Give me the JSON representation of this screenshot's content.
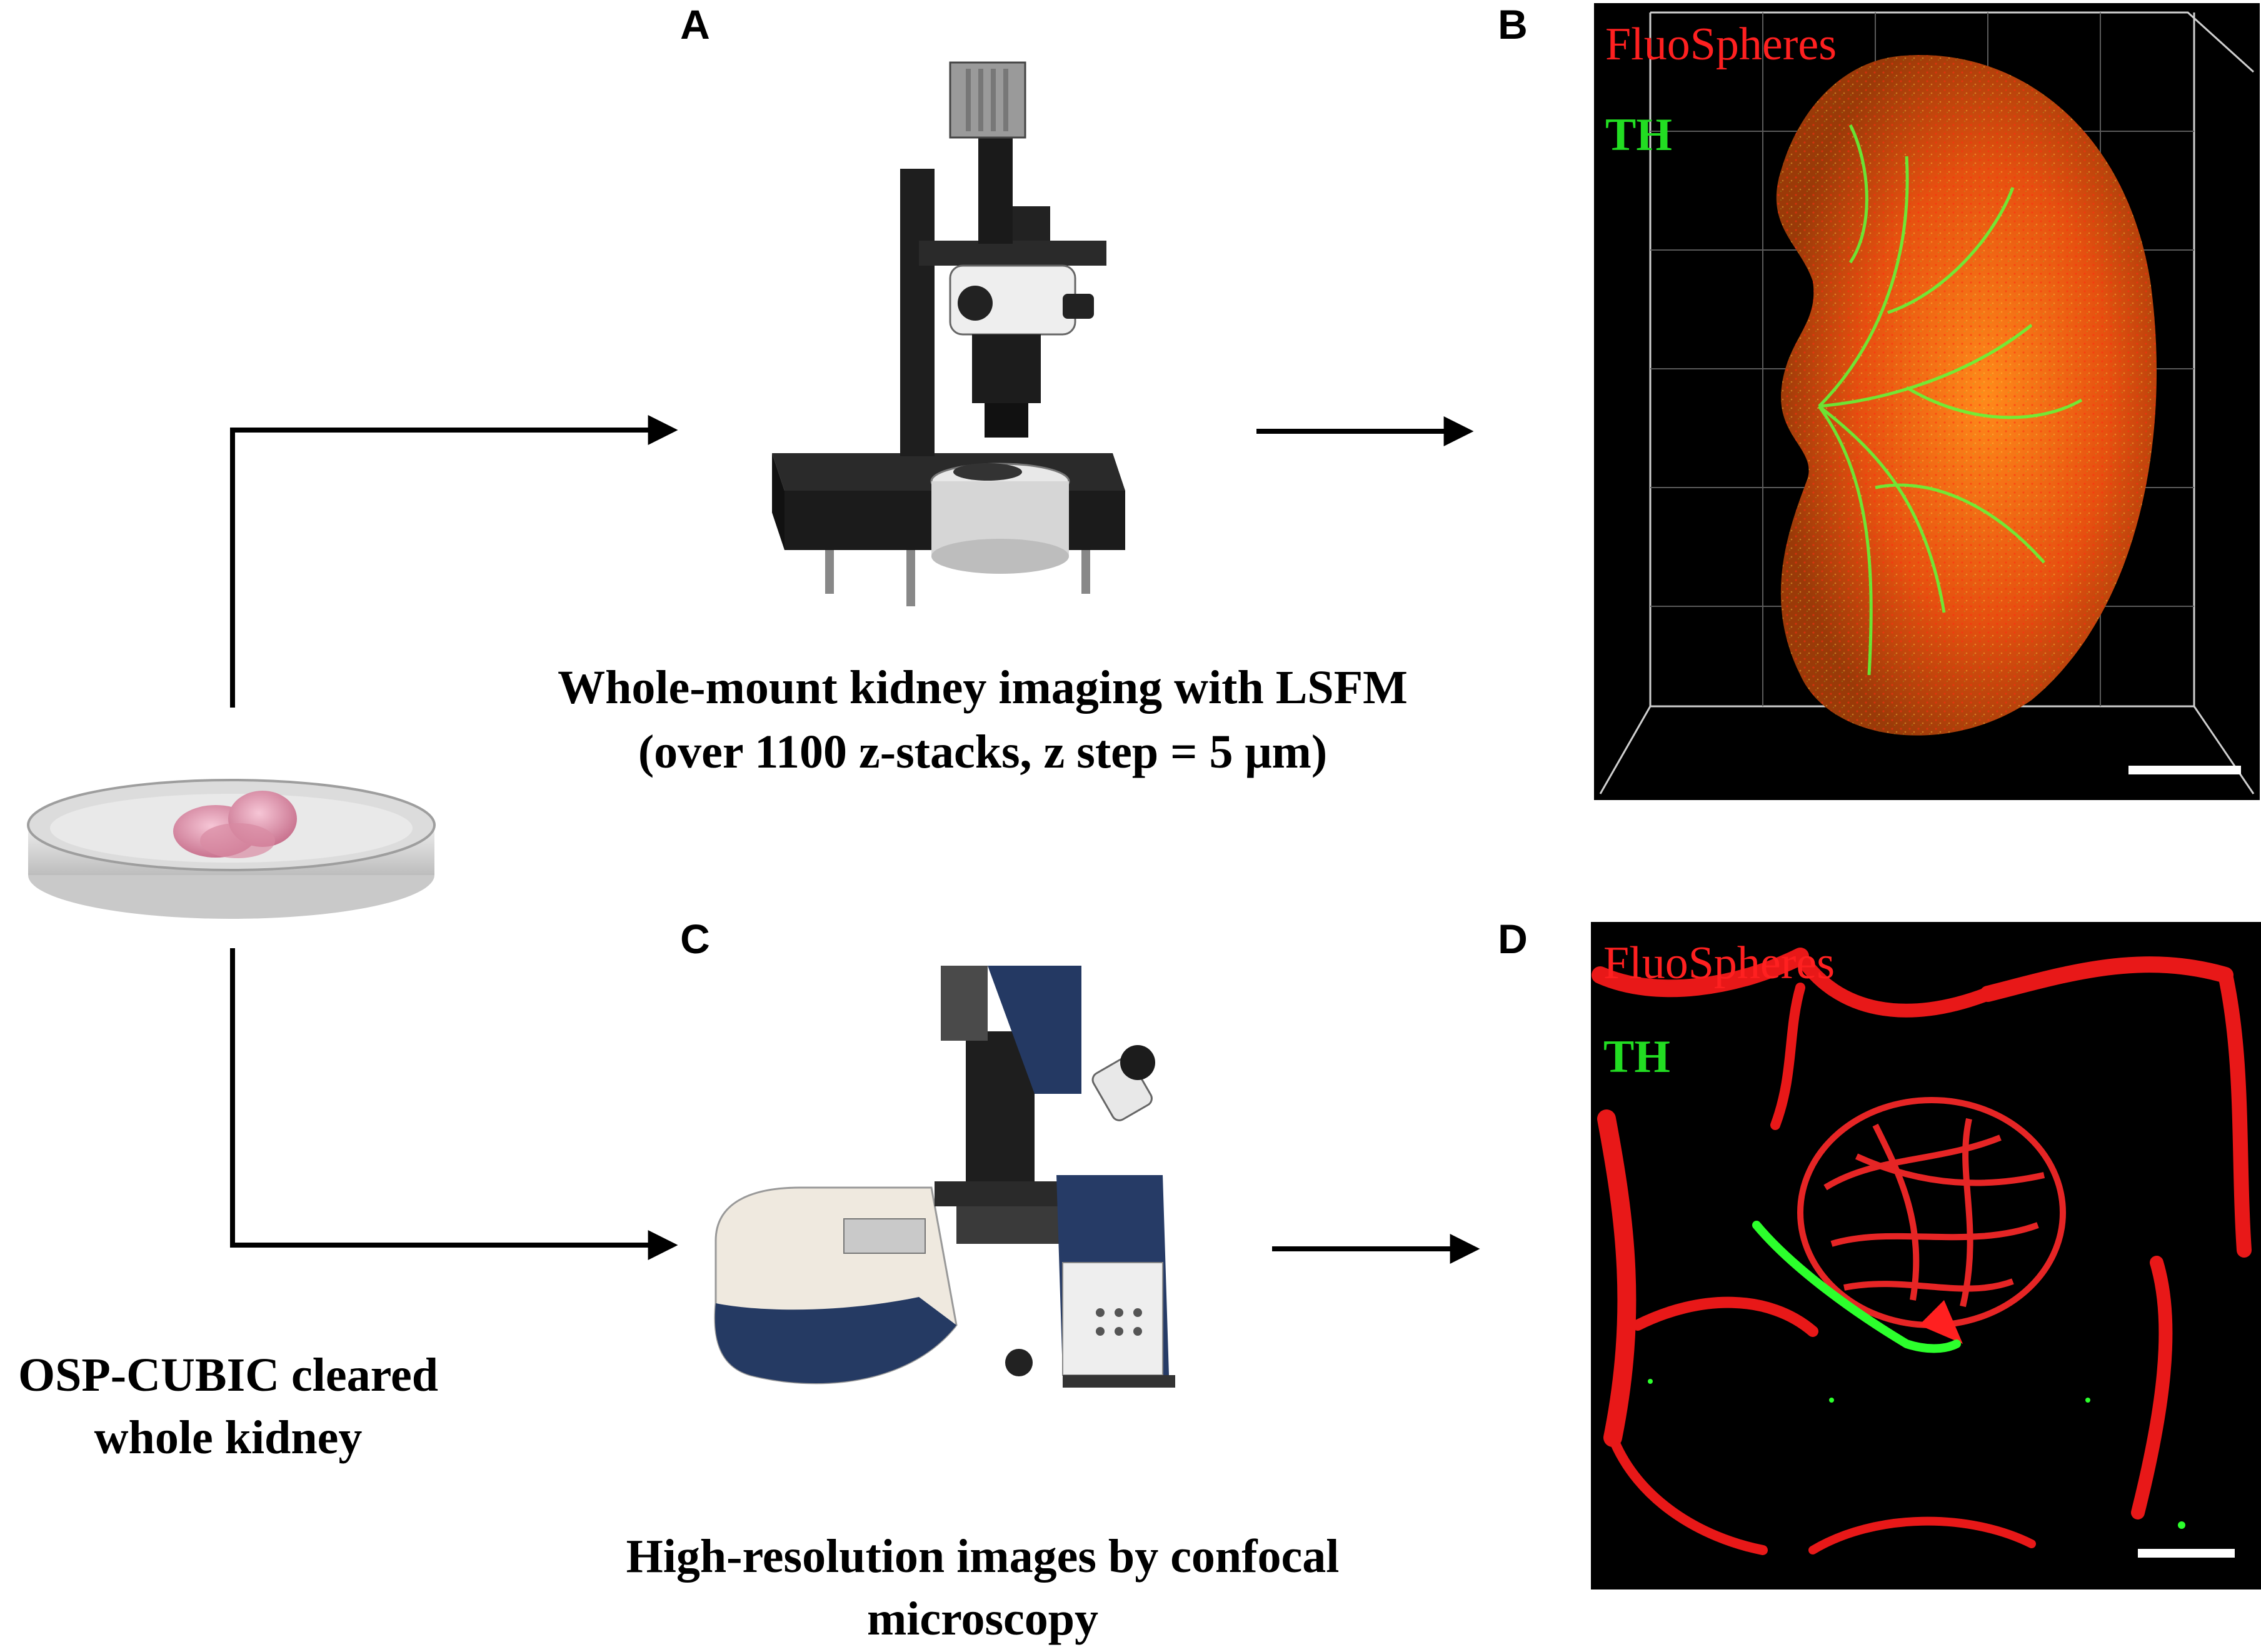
{
  "panels": {
    "a": "A",
    "b": "B",
    "c": "C",
    "d": "D"
  },
  "captions": {
    "lsfm_line1": "Whole-mount kidney imaging with LSFM",
    "lsfm_line2": "(over 1100 z-stacks, z step = 5 μm)",
    "confocal_line1": "High-resolution images by confocal",
    "confocal_line2": "microscopy",
    "sample_line1": "OSP-CUBIC cleared",
    "sample_line2": "whole kidney"
  },
  "overlays": {
    "b_label_red": "FluoSpheres",
    "b_label_green": "TH",
    "d_label_red": "FluoSpheres",
    "d_label_green": "TH"
  },
  "colors": {
    "fluospheres": "#ff2020",
    "th": "#22dd22",
    "kidney_tissue": "#e0e0e0",
    "arrow": "#000000"
  }
}
